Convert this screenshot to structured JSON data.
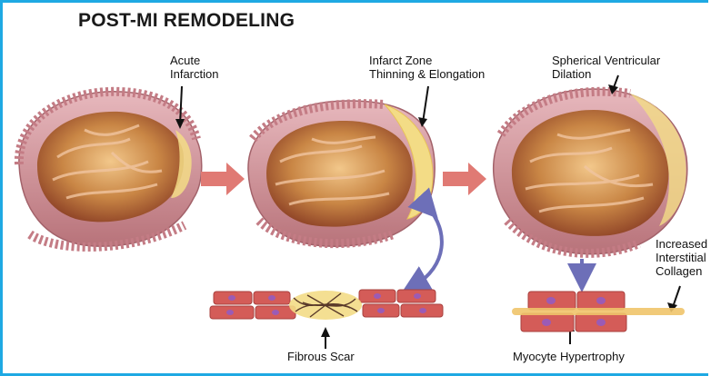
{
  "title": "POST-MI REMODELING",
  "labels": {
    "acute_infarction": "Acute\nInfarction",
    "infarct_zone": "Infarct Zone\nThinning & Elongation",
    "spherical_dilation": "Spherical Ventricular\nDilation",
    "increased_collagen": "Increased\nInterstitial\nCollagen",
    "fibrous_scar": "Fibrous Scar",
    "myocyte_hypertrophy": "Myocyte Hypertrophy"
  },
  "colors": {
    "frame_border": "#1ea9e3",
    "stage_arrow": "#e07a74",
    "link_arrow": "#6d6fb8",
    "myocardium_outer": "#d08f94",
    "cavity": "#c98645",
    "infarct": "#f3dc86",
    "myocyte": "#d45c58",
    "nucleus": "#9b5bb5"
  },
  "stages": [
    "acute-infarction",
    "infarct-thinning",
    "spherical-dilation"
  ]
}
